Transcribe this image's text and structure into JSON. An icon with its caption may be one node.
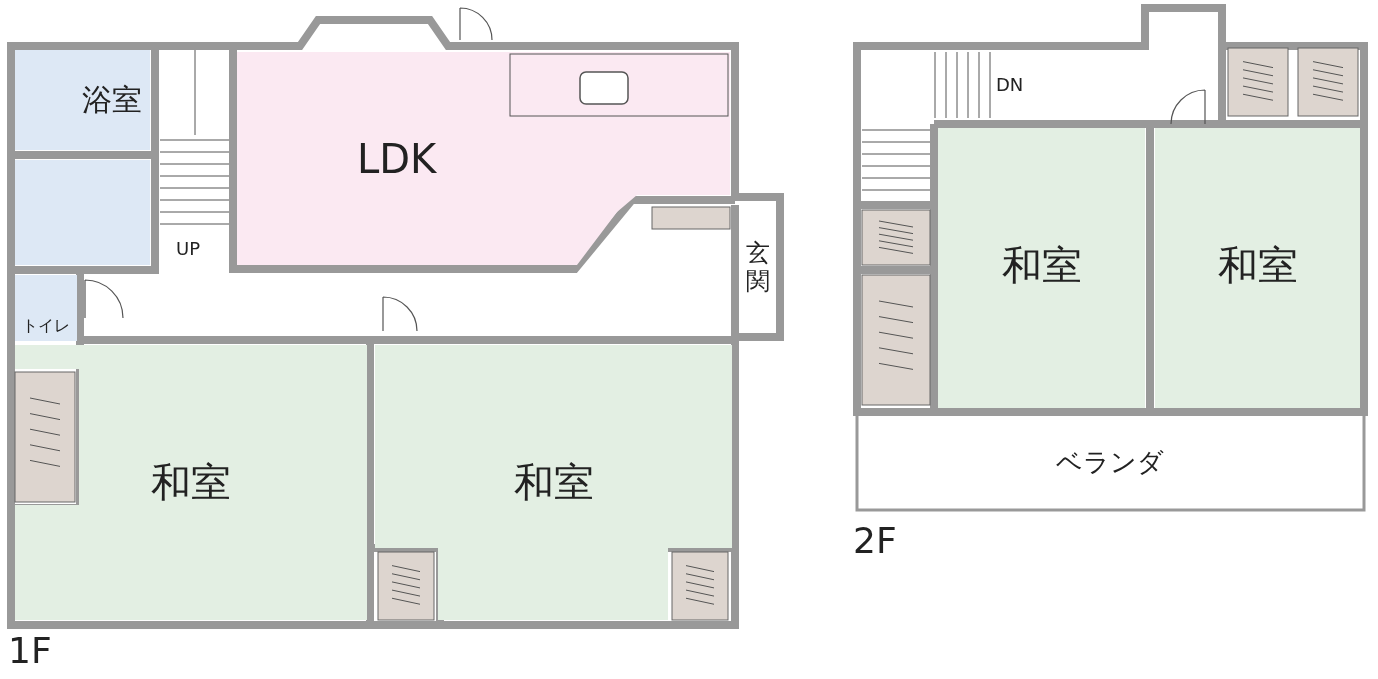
{
  "diagram": {
    "nodes": [
      {
        "text": [
          "浴室"
        ]
      },
      {
        "text": [],
        "shape": "box"
      },
      {
        "text": [
          "LDK"
        ]
      },
      {
        "text": [
          "玄関"
        ]
      },
      {
        "text": [
          "トイレ"
        ]
      },
      {
        "text": [
          "和室"
        ]
      },
      {
        "text": [
          "和室"
        ]
      },
      {
        "text": [
          "和室"
        ]
      },
      {
        "text": [
          "和室"
        ]
      },
      {
        "text": [
          "ベランダ"
        ]
      }
    ],
    "edges": [],
    "labels": [
      "UP",
      "DN",
      "2F",
      "1F"
    ]
  }
}
